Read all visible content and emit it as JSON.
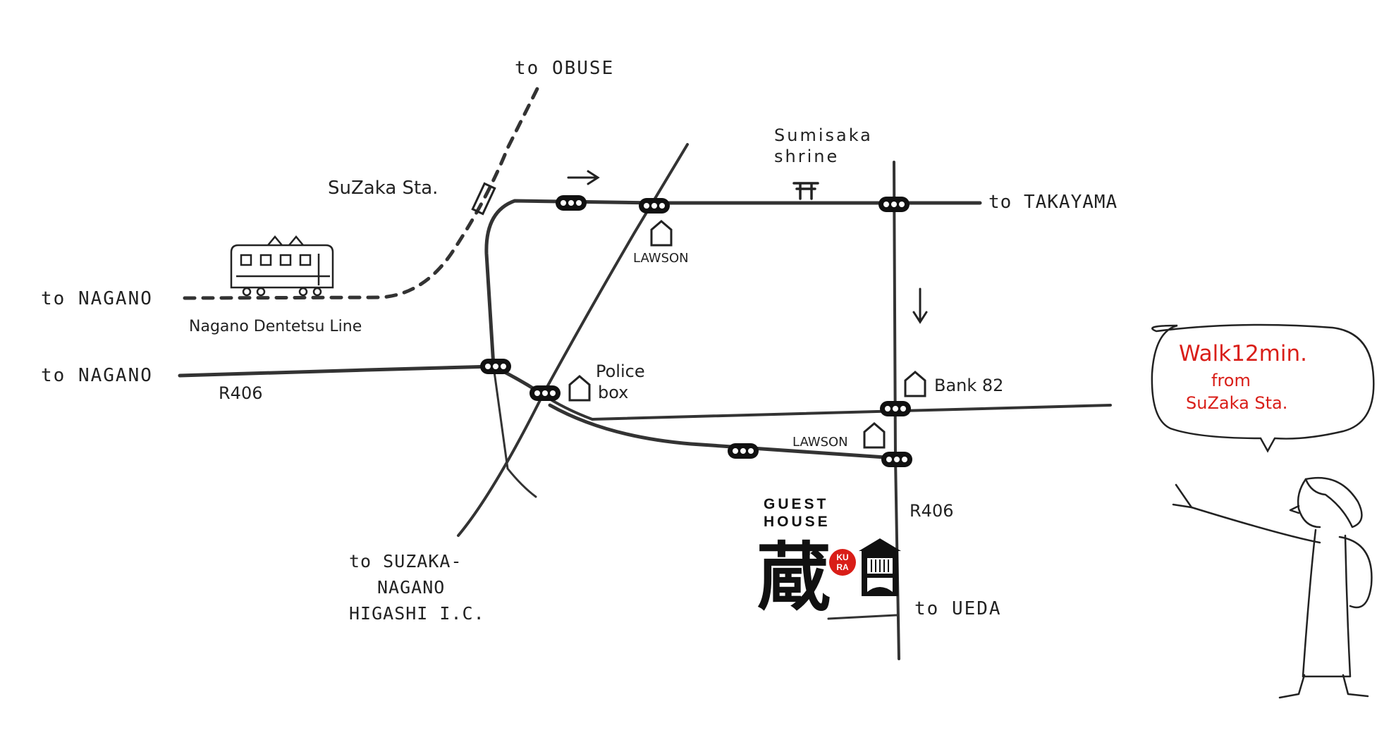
{
  "labels": {
    "to_obuse": "to OBUSE",
    "suzaka_sta": "SuZaka Sta.",
    "to_nagano_rail": "to NAGANO",
    "to_nagano_road": "to NAGANO",
    "line_name": "Nagano Dentetsu Line",
    "r406_west": "R406",
    "sumisaka_line1": "Sumisaka",
    "sumisaka_line2": "shrine",
    "to_takayama": "to TAKAYAMA",
    "lawson_north": "LAWSON",
    "police_line1": "Police",
    "police_line2": "box",
    "bank": "Bank 82",
    "lawson_south": "LAWSON",
    "to_ic_line1": "to SUZAKA-",
    "to_ic_line2": "NAGANO",
    "to_ic_line3": "HIGASHI I.C.",
    "r406_south": "R406",
    "to_ueda": "to UEDA"
  },
  "logo": {
    "line1": "GUEST",
    "line2": "HOUSE",
    "kanji": "蔵",
    "badge_top": "KU",
    "badge_bottom": "RA"
  },
  "bubble": {
    "line1": "Walk12min.",
    "line2": "from",
    "line3": "SuZaka Sta."
  },
  "colors": {
    "ink": "#222222",
    "accent": "#d91e18"
  }
}
